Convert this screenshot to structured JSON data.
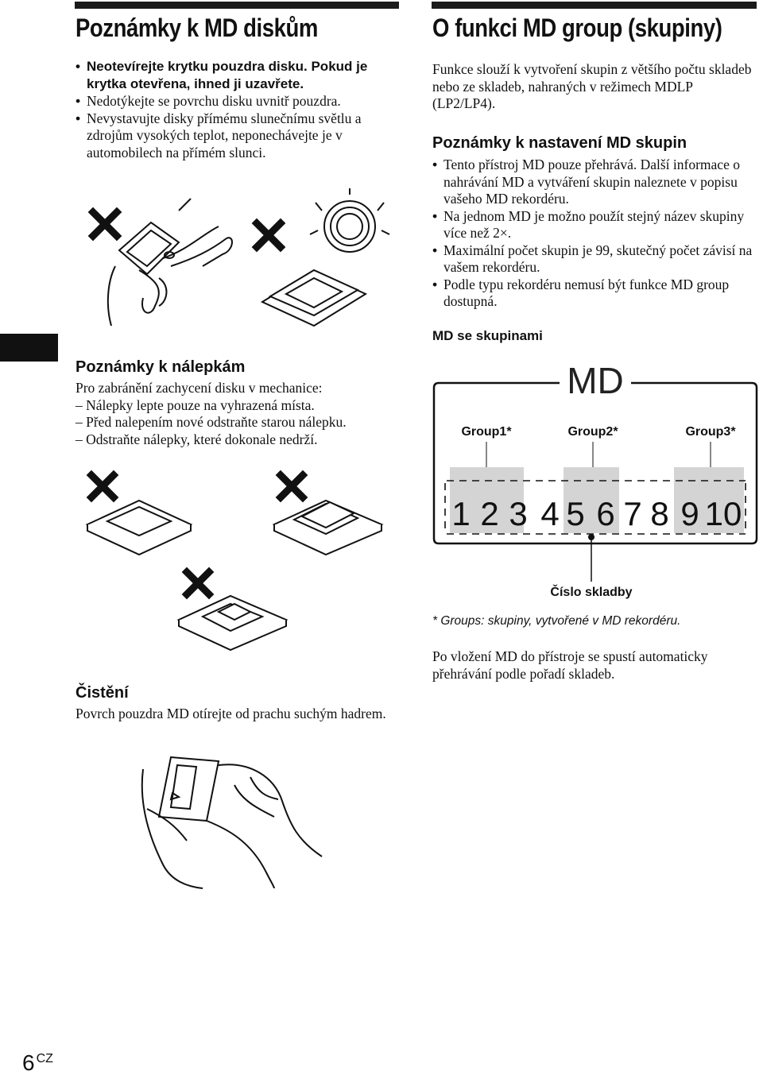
{
  "left": {
    "title": "Poznámky k MD diskům",
    "bullets": [
      {
        "text": "Neotevírejte krytku pouzdra disku. Pokud je krytka otevřena, ihned ji uzavřete.",
        "bold": true
      },
      {
        "text": "Nedotýkejte se povrchu disku uvnitř pouzdra.",
        "bold": false
      },
      {
        "text": "Nevystavujte disky přímému slunečnímu světlu a zdrojům vysokých teplot, neponechávejte je v automobilech na přímém slunci.",
        "bold": false
      }
    ],
    "stickers": {
      "heading": "Poznámky k nálepkám",
      "intro": "Pro zabránění zachycení disku v mechanice:",
      "items": [
        "– Nálepky lepte pouze na vyhrazená místa.",
        "– Před nalepením nové odstraňte starou nálepku.",
        "– Odstraňte nálepky, které dokonale nedrží."
      ]
    },
    "cleaning": {
      "heading": "Čistění",
      "text": "Povrch pouzdra MD otírejte od prachu suchým hadrem."
    }
  },
  "right": {
    "title": "O funkci MD group (skupiny)",
    "intro": "Funkce slouží k vytvoření skupin z většího počtu skladeb nebo ze skladeb, nahraných v režimech MDLP (LP2/LP4).",
    "notes_heading": "Poznámky k nastavení MD skupin",
    "notes": [
      "Tento přístroj MD pouze přehrává. Další informace o nahrávání MD a vytváření skupin naleznete v popisu vašeho MD rekordéru.",
      "Na jednom MD je možno použít stejný název skupiny více než 2×.",
      "Maximální počet skupin je 99, skutečný počet závisí na vašem rekordéru.",
      "Podle typu rekordéru nemusí být funkce MD group dostupná."
    ],
    "diagram": {
      "label": "MD se skupinami",
      "md": "MD",
      "groups": [
        "Group1*",
        "Group2*",
        "Group3*"
      ],
      "tracks": [
        "1",
        "2",
        "3",
        "4",
        "5",
        "6",
        "7",
        "8",
        "9",
        "10"
      ],
      "track_label": "Číslo skladby",
      "footnote": "* Groups: skupiny, vytvořené v MD rekordéru."
    },
    "outro": "Po vložení MD do přístroje se spustí automaticky přehrávání podle pořadí skladeb."
  },
  "page": {
    "number": "6",
    "suffix": "CZ"
  }
}
